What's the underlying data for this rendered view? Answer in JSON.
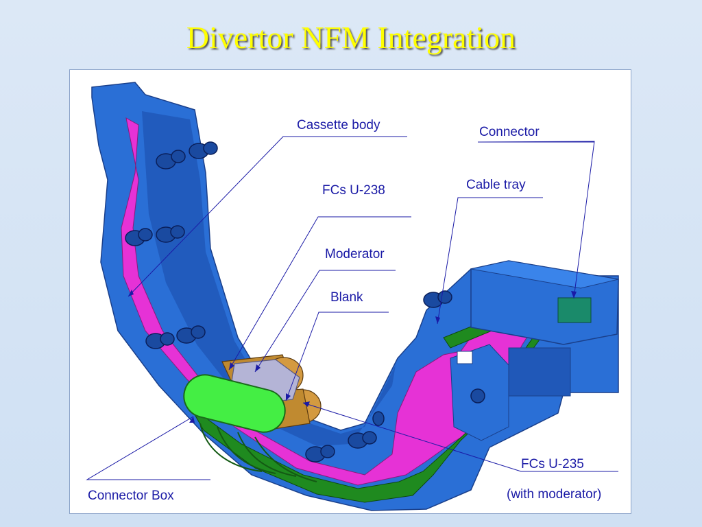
{
  "slide": {
    "title": "Divertor NFM Integration",
    "background_color": "#d6e4f4",
    "title_color": "#ffff00"
  },
  "figure": {
    "colors": {
      "cassette_body": "#2a6fd6",
      "magenta_layer": "#e632d6",
      "green_layer": "#1f8a1f",
      "connector_box": "#44ee44",
      "fission_chambers": "#d49a40",
      "moderator": "#b4b4d6",
      "label_text": "#1a1aa6"
    },
    "labels": {
      "cassette_body": "Cassette body",
      "connector": "Connector",
      "fcs_u238": "FCs U-238",
      "cable_tray": "Cable tray",
      "moderator": "Moderator",
      "blank": "Blank",
      "fcs_u235": "FCs U-235",
      "with_moderator": "(with moderator)",
      "connector_box": "Connector Box"
    }
  }
}
